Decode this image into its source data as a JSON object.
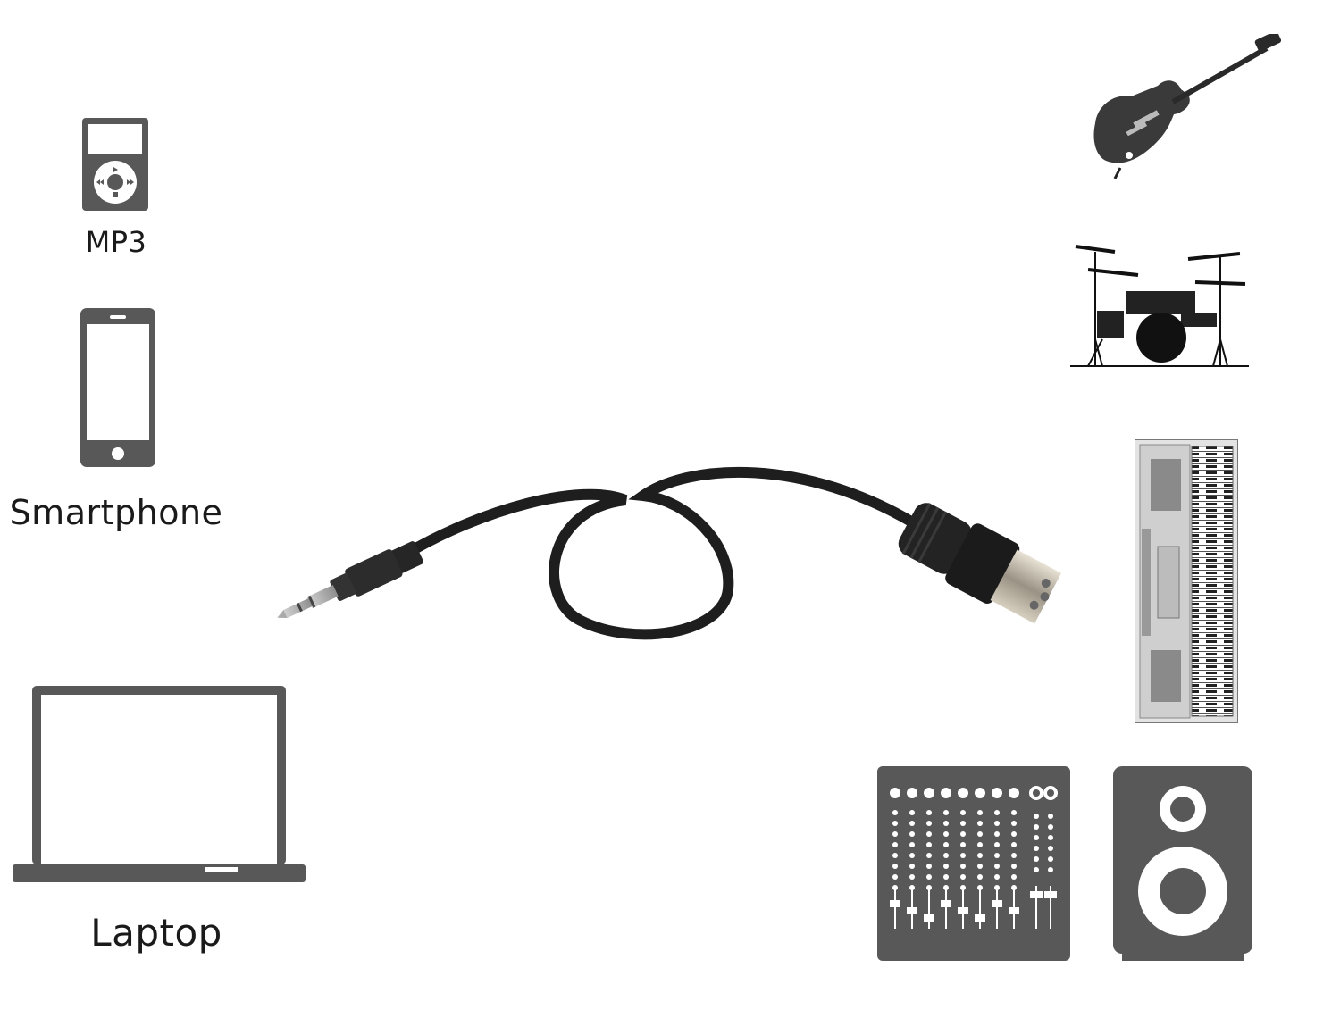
{
  "devices": {
    "mp3": {
      "label": "MP3",
      "icon": "mp3-player-icon"
    },
    "smartphone": {
      "label": "Smartphone",
      "icon": "smartphone-icon"
    },
    "laptop": {
      "label": "Laptop",
      "icon": "laptop-icon"
    }
  },
  "instruments": [
    {
      "icon": "electric-guitar-icon"
    },
    {
      "icon": "drum-kit-icon"
    },
    {
      "icon": "keyboard-synthesizer-icon"
    },
    {
      "icon": "audio-mixer-icon"
    },
    {
      "icon": "speaker-icon"
    }
  ],
  "cable": {
    "icon": "midi-to-3.5mm-cable-icon",
    "color": "#1e1e1e"
  },
  "colors": {
    "icon_gray": "#585858",
    "text": "#1a1a1a",
    "background": "#ffffff"
  }
}
